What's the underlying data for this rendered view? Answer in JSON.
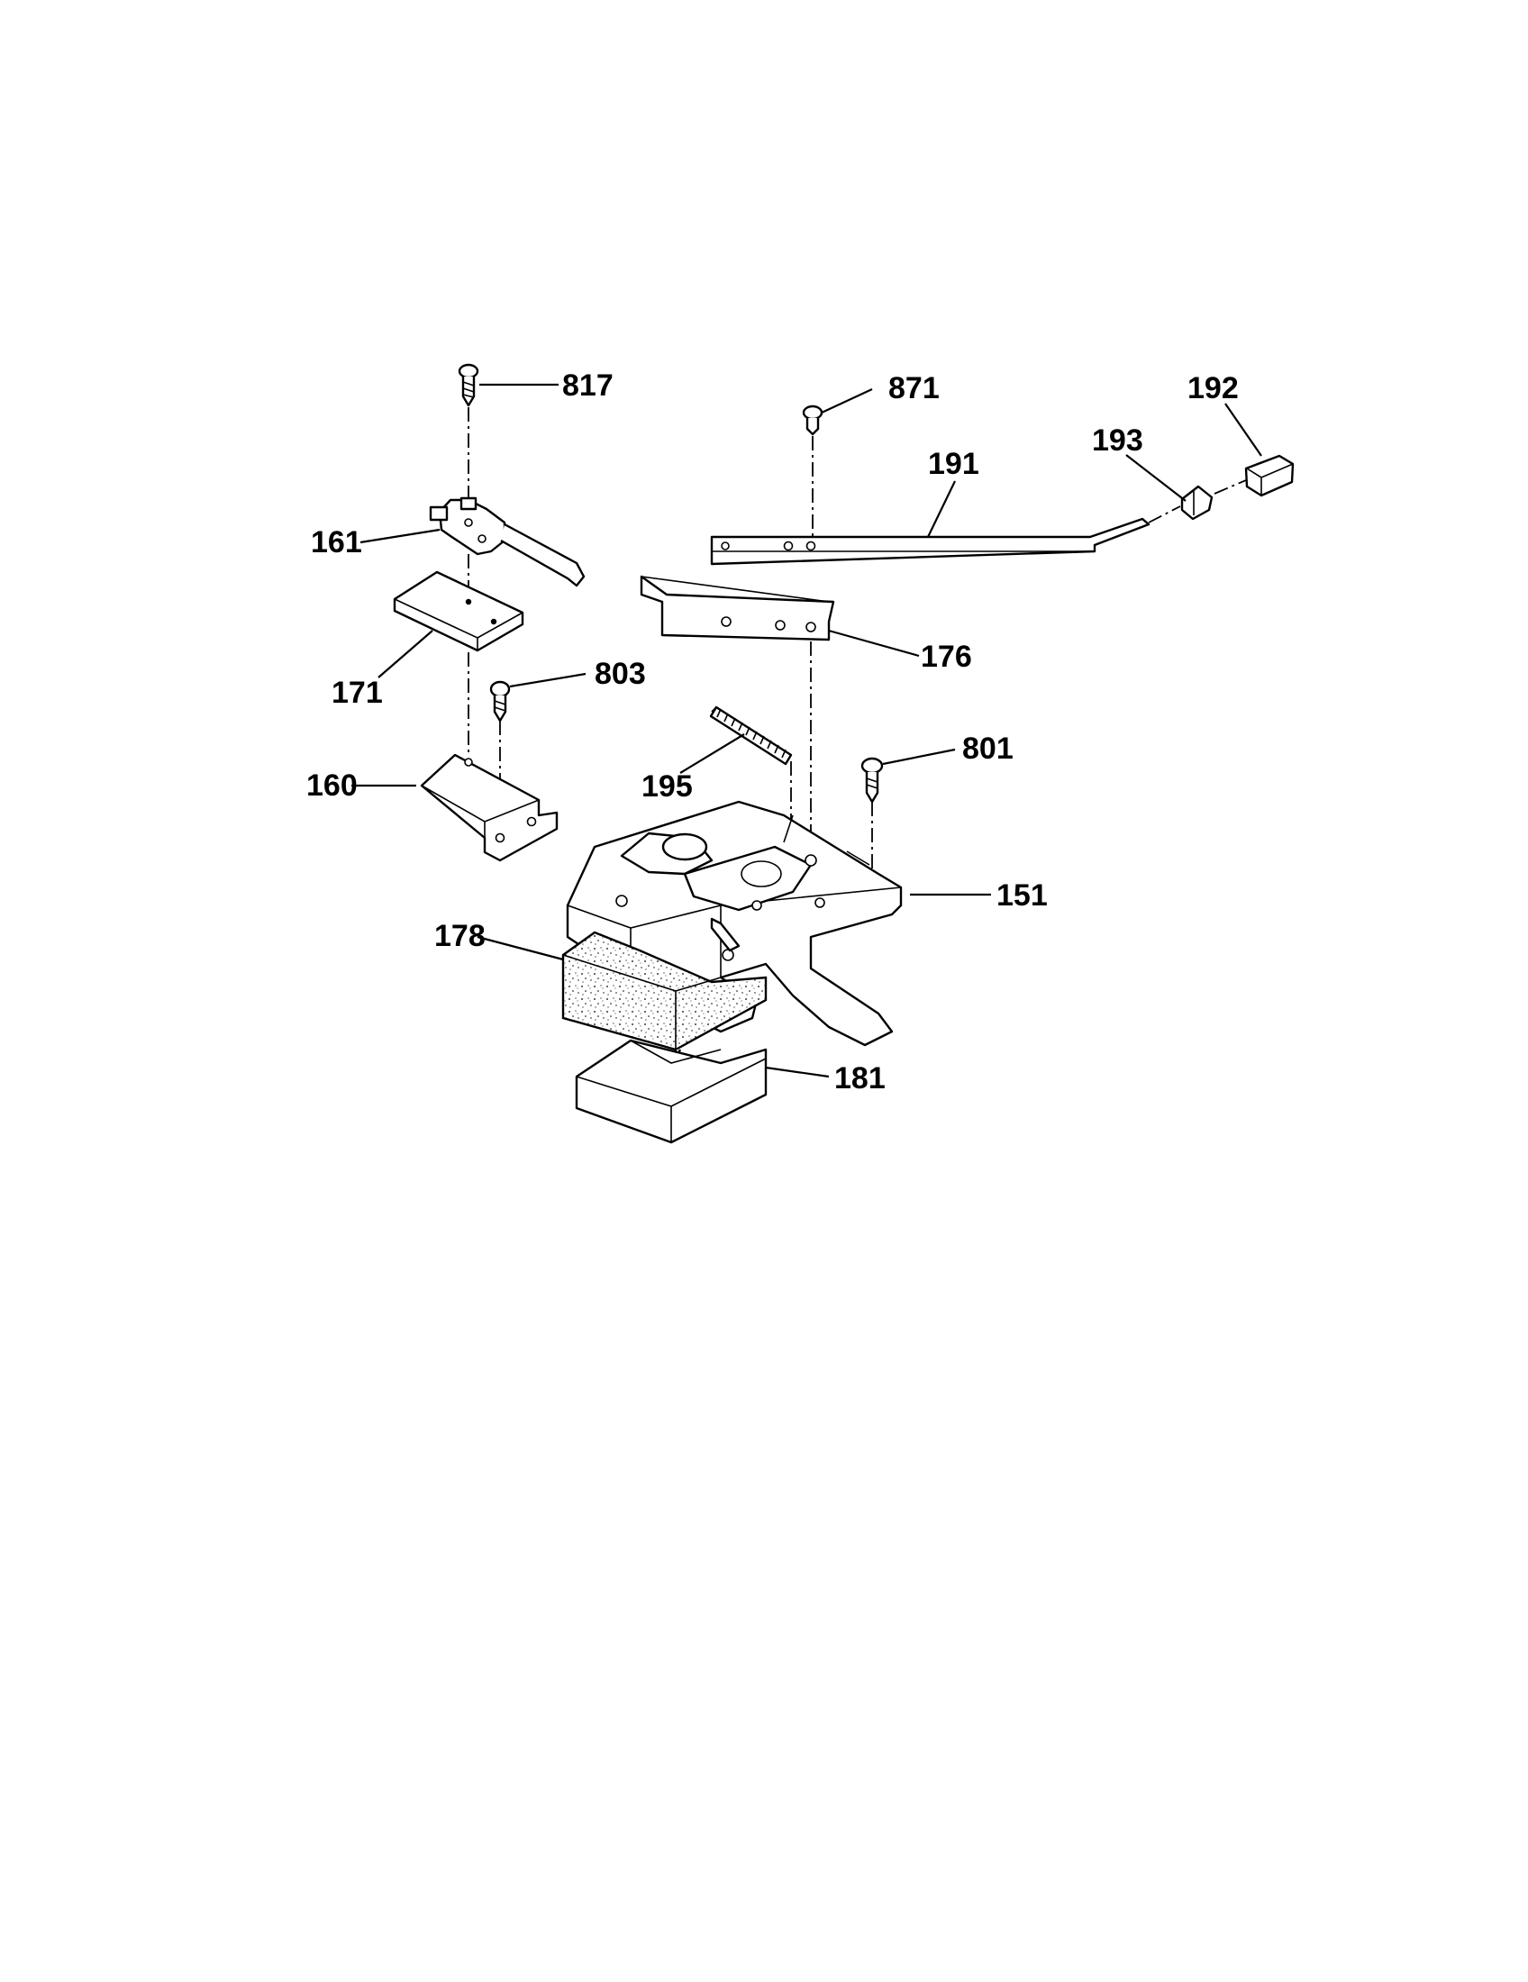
{
  "callouts": [
    {
      "id": "817",
      "label": "817"
    },
    {
      "id": "871",
      "label": "871"
    },
    {
      "id": "192",
      "label": "192"
    },
    {
      "id": "193",
      "label": "193"
    },
    {
      "id": "191",
      "label": "191"
    },
    {
      "id": "161",
      "label": "161"
    },
    {
      "id": "171",
      "label": "171"
    },
    {
      "id": "176",
      "label": "176"
    },
    {
      "id": "803",
      "label": "803"
    },
    {
      "id": "801",
      "label": "801"
    },
    {
      "id": "160",
      "label": "160"
    },
    {
      "id": "195",
      "label": "195"
    },
    {
      "id": "151",
      "label": "151"
    },
    {
      "id": "178",
      "label": "178"
    },
    {
      "id": "181",
      "label": "181"
    }
  ]
}
